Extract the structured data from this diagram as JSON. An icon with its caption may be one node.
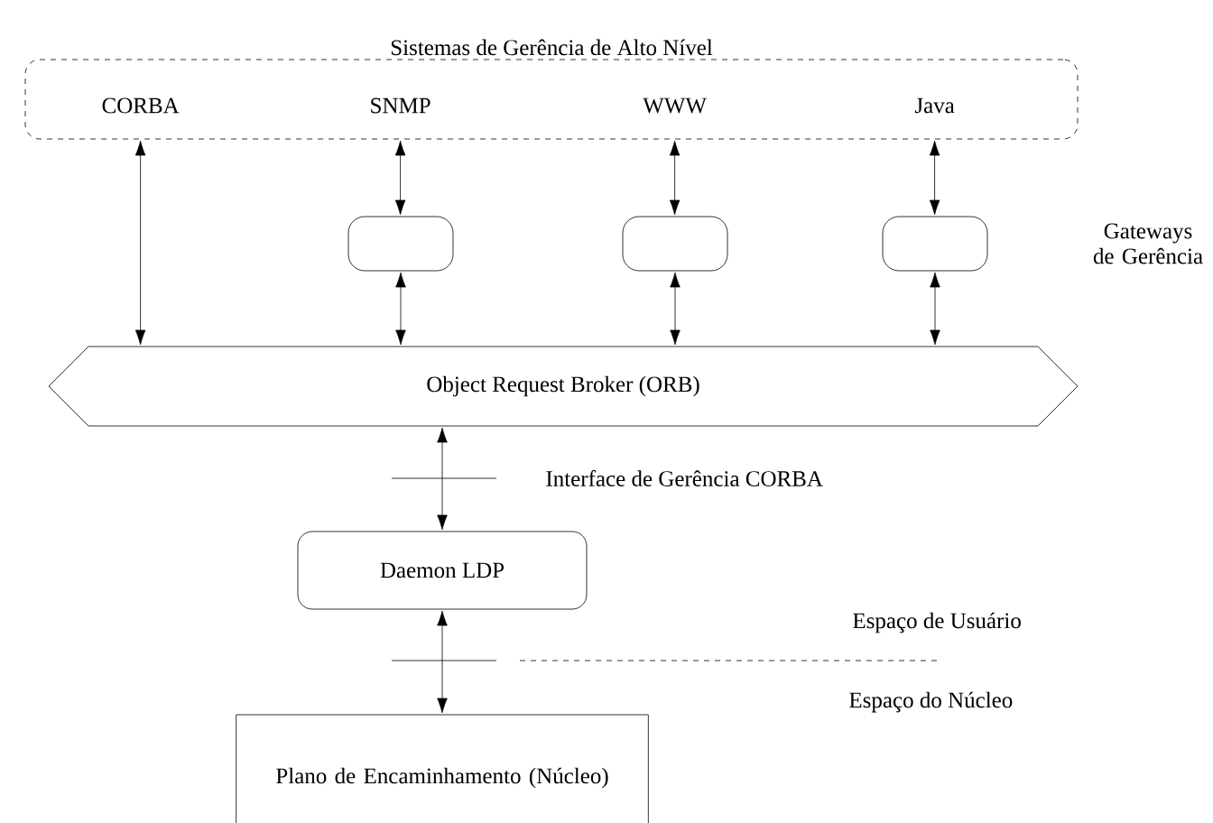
{
  "diagram": {
    "nodes": [
      {
        "text": [
          "Sistemas de Gerência de Alto Nível"
        ]
      },
      {
        "text": [
          "CORBA"
        ],
        "in": 0
      },
      {
        "text": [
          "SNMP"
        ],
        "in": 0
      },
      {
        "text": [
          "WWW"
        ],
        "in": 0
      },
      {
        "text": [
          "Java"
        ],
        "in": 0
      },
      {
        "text": [],
        "shape": "box"
      },
      {
        "text": [],
        "shape": "box"
      },
      {
        "text": [],
        "shape": "box"
      },
      {
        "text": [
          "Object Request Broker (ORB)"
        ]
      },
      {
        "text": [
          "Daemon LDP"
        ]
      },
      {
        "text": [
          "Plano de Encaminhamento (Núcleo)"
        ]
      }
    ],
    "edges": [
      {
        "from": 1,
        "to": 8,
        "arrow": "both"
      },
      {
        "from": 2,
        "to": 5,
        "arrow": "both"
      },
      {
        "from": 5,
        "to": 8,
        "arrow": "both"
      },
      {
        "from": 3,
        "to": 6,
        "arrow": "both"
      },
      {
        "from": 6,
        "to": 8,
        "arrow": "both"
      },
      {
        "from": 4,
        "to": 7,
        "arrow": "both"
      },
      {
        "from": 7,
        "to": 8,
        "arrow": "both"
      },
      {
        "from": 8,
        "to": 9,
        "arrow": "both"
      },
      {
        "from": 9,
        "to": 10,
        "arrow": "both"
      }
    ],
    "labels": [
      "Gateways de Gerência",
      "Interface de Gerência CORBA",
      "Espaço de Usuário",
      "Espaço do Núcleo"
    ]
  }
}
